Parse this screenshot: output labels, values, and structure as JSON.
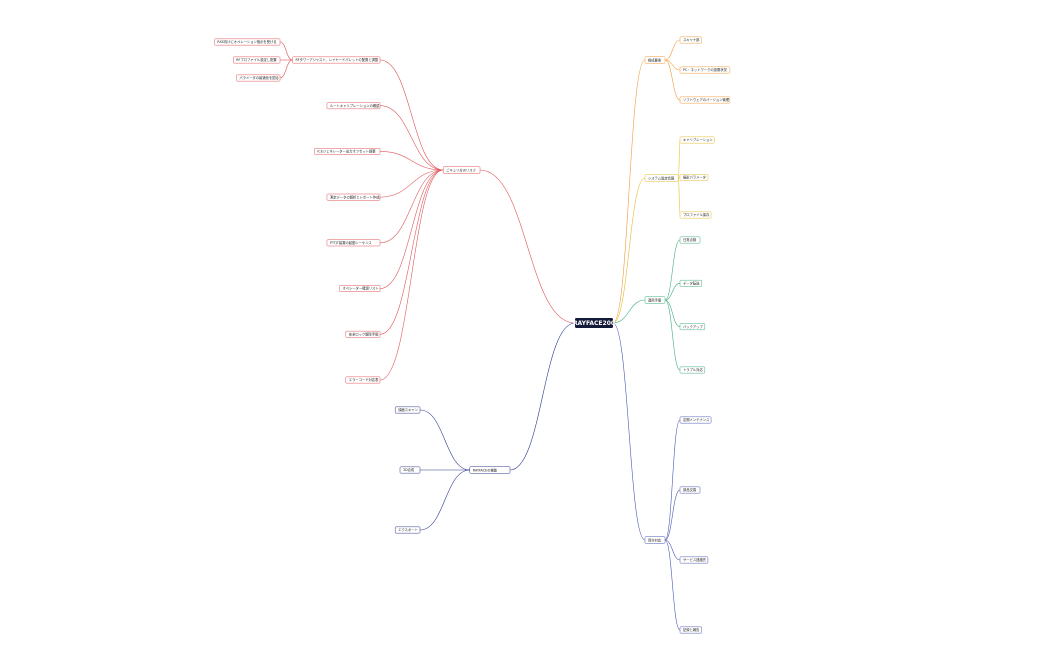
{
  "root": {
    "label": "RAYFACE200"
  },
  "colors": {
    "red": "#e0565b",
    "orange": "#f29a3a",
    "yellow": "#e5bd2c",
    "green": "#3fae7d",
    "blue": "#4a57b5",
    "navy": "#2d3a8c",
    "root_fill": "#141a3a"
  },
  "branches": [
    {
      "id": "red",
      "label": "ごキュリ方のリスク",
      "nodes": [
        {
          "label": "RFタワーアジャスト、レイヤードパレットの配置と調整",
          "children": [
            {
              "label": "RSS向けにオペレーション指示を受ける"
            },
            {
              "label": "RFプロファイル設定し配置"
            },
            {
              "label": "パラメータの最適化を図る"
            }
          ]
        },
        {
          "label": "ルートキャリブレーションの確認"
        },
        {
          "label": "ICEジェネレーター出力オフセット調整"
        },
        {
          "label": "測定データの解析とレポート作成"
        },
        {
          "label": "PTTJT装置の起動シーケンス"
        },
        {
          "label": "オペレーター確認リスト"
        },
        {
          "label": "安全ロック解除手順"
        },
        {
          "label": "エラーコード対応表"
        }
      ]
    },
    {
      "id": "orange",
      "label": "構成要素",
      "nodes": [
        {
          "label": "スキャナ部"
        },
        {
          "label": "PC・ネットワークの設置状況"
        },
        {
          "label": "ソフトウェアのバージョン管理"
        }
      ]
    },
    {
      "id": "yellow",
      "label": "システム設定情報",
      "nodes": [
        {
          "label": "キャリブレーション"
        },
        {
          "label": "撮影パラメータ"
        },
        {
          "label": "プロファイル保存"
        }
      ]
    },
    {
      "id": "green",
      "label": "運用手順",
      "nodes": [
        {
          "label": "日常点検"
        },
        {
          "label": "データ転送"
        },
        {
          "label": "バックアップ"
        },
        {
          "label": "トラブル対応"
        }
      ]
    },
    {
      "id": "blue",
      "label": "保守対応",
      "nodes": [
        {
          "label": "定期メンテナンス"
        },
        {
          "label": "部品交換"
        },
        {
          "label": "サービス連絡先"
        },
        {
          "label": "記録と報告"
        }
      ]
    },
    {
      "id": "navy",
      "label": "RAYFACEの機能",
      "nodes": [
        {
          "label": "顔面スキャン"
        },
        {
          "label": "3D合成"
        },
        {
          "label": "エクスポート"
        }
      ]
    }
  ]
}
